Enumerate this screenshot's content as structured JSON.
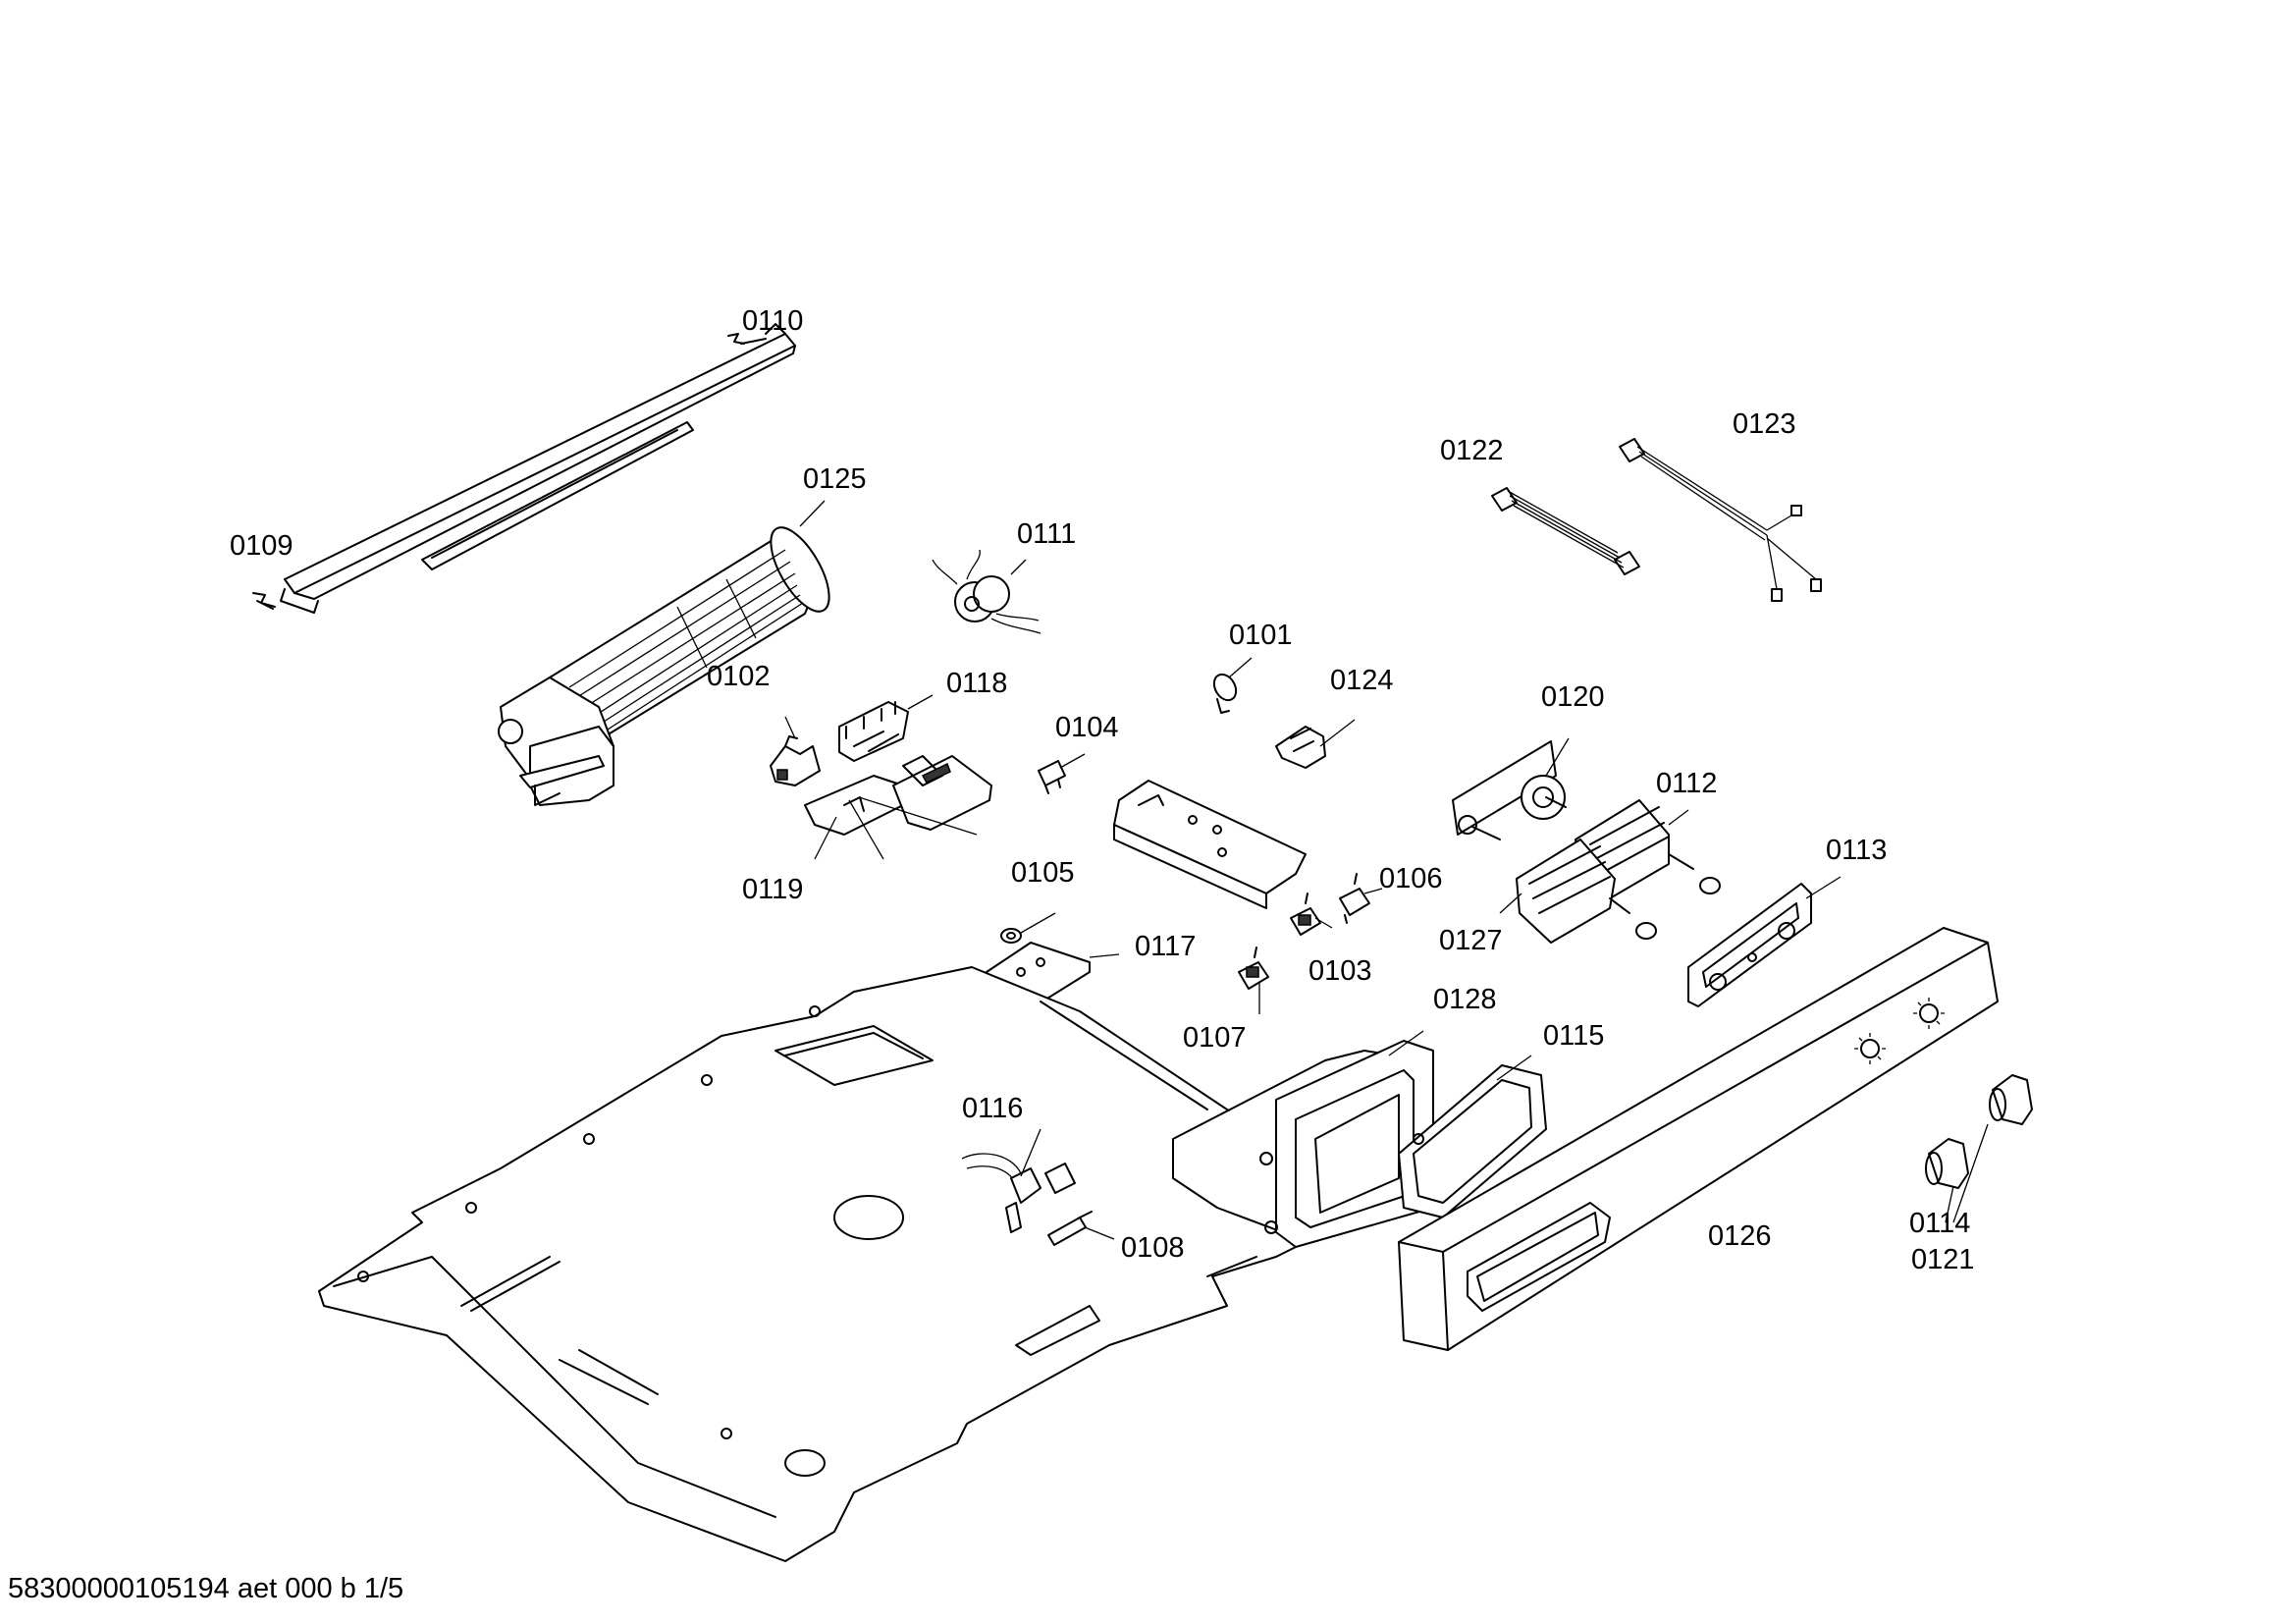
{
  "parts": {
    "p0101": "0101",
    "p0102": "0102",
    "p0103": "0103",
    "p0104": "0104",
    "p0105": "0105",
    "p0106": "0106",
    "p0107": "0107",
    "p0108": "0108",
    "p0109": "0109",
    "p0110": "0110",
    "p0111": "0111",
    "p0112": "0112",
    "p0113": "0113",
    "p0114": "0114",
    "p0115": "0115",
    "p0116": "0116",
    "p0117": "0117",
    "p0118": "0118",
    "p0119": "0119",
    "p0120": "0120",
    "p0121": "0121",
    "p0122": "0122",
    "p0123": "0123",
    "p0124": "0124",
    "p0125": "0125",
    "p0126": "0126",
    "p0127": "0127",
    "p0128": "0128"
  },
  "footer": "58300000105194 aet 000 b 1/5"
}
